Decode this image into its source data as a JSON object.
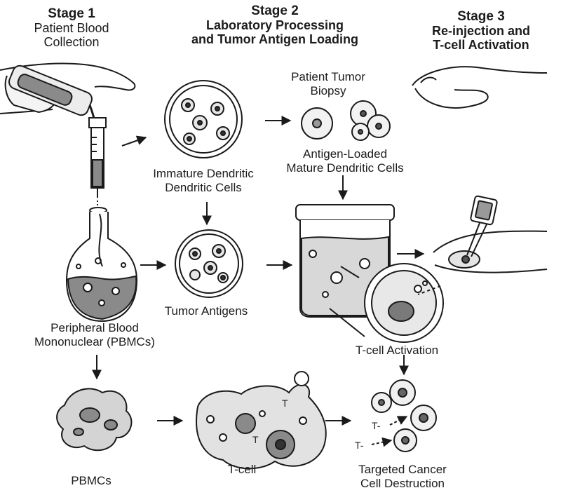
{
  "stages": [
    {
      "title": "Stage 1",
      "subtitle": [
        "Patient Blood",
        "Collection"
      ]
    },
    {
      "title": "Stage 2",
      "subtitle": [
        "Laboratory Processing",
        "and Tumor Antigen Loading"
      ]
    },
    {
      "title": "Stage 3",
      "subtitle": [
        "Re-injection and",
        "T-cell Activation"
      ]
    }
  ],
  "labels": {
    "patient_tumor_biopsy": [
      "Patient Tumor",
      "Biopsy"
    ],
    "antigen_loaded": [
      "Antigen-Loaded",
      "Mature Dendritic Cells"
    ],
    "immature_dendritic": [
      "Immature Dendritic",
      "Dendritic Cells"
    ],
    "tumor_antigens": "Tumor Antigens",
    "pbmc_full": [
      "Peripheral Blood",
      "Mononuclear (PBMCs)"
    ],
    "tcell_activation": "T-cell Activation",
    "pbmcs": "PBMCs",
    "tcell": "T-cell",
    "targeted": [
      "Targeted Cancer",
      "Cell Destruction"
    ],
    "t_marker_1": "T",
    "t_marker_2": "T",
    "t_marker_3": "T-",
    "t_marker_4": "T-"
  }
}
